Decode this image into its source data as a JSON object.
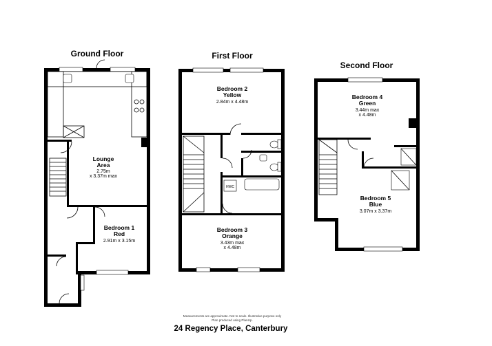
{
  "floors": {
    "ground": {
      "title": "Ground Floor",
      "rooms": [
        {
          "name": "Lounge",
          "name2": "Area",
          "dim": "2.75m",
          "dim2": "x 3.37m max"
        },
        {
          "name": "Bedroom 1",
          "name2": "Red",
          "dim": "2.91m x 3.15m"
        }
      ]
    },
    "first": {
      "title": "First Floor",
      "rooms": [
        {
          "name": "Bedroom 2",
          "name2": "Yellow",
          "dim": "2.84m x 4.48m"
        },
        {
          "name": "Bedroom 3",
          "name2": "Orange",
          "dim": "3.43m max",
          "dim2": "x 4.48m"
        }
      ],
      "hwc_label": "HWC"
    },
    "second": {
      "title": "Second Floor",
      "rooms": [
        {
          "name": "Bedroom 4",
          "name2": "Green",
          "dim": "3.44m max",
          "dim2": "x 4.48m"
        },
        {
          "name": "Bedroom 5",
          "name2": "Blue",
          "dim": "3.07m x 3.37m"
        }
      ]
    }
  },
  "disclaimer": {
    "line1": "Measurements are approximate. Not to scale. Illustrative purpose only",
    "line2": "Plan produced using PlanUp."
  },
  "address": "24 Regency Place, Canterbury"
}
